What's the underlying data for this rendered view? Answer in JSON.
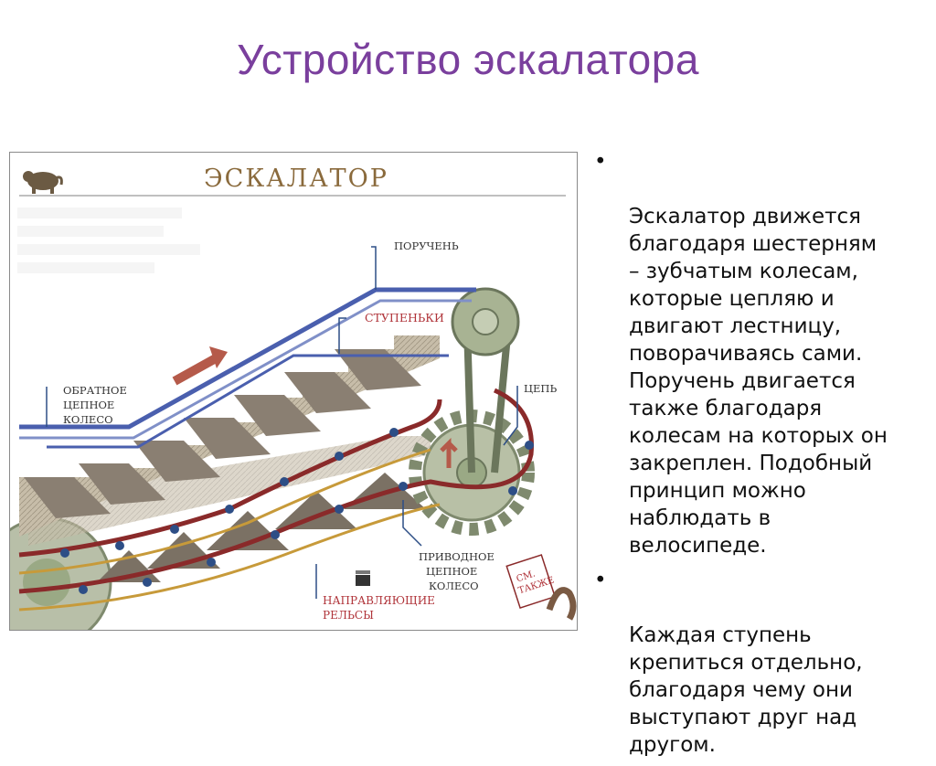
{
  "slide": {
    "title": "Устройство эскалатора"
  },
  "figure": {
    "heading": "ЭСКАЛАТОР",
    "labels": {
      "handrail": "ПОРУЧЕНЬ",
      "steps": "СТУПЕНЬКИ",
      "chain": "ЦЕПЬ",
      "return_wheel": [
        "ОБРАТНОЕ",
        "ЦЕПНОЕ",
        "КОЛЕСО"
      ],
      "drive_wheel": [
        "ПРИВОДНОЕ",
        "ЦЕПНОЕ",
        "КОЛЕСО"
      ],
      "guide_rails": [
        "НАПРАВЛЯЮЩИЕ",
        "РЕЛЬСЫ"
      ],
      "sign": [
        "СМ.",
        "ТАКЖЕ"
      ]
    },
    "colors": {
      "handrail": "#4a5fae",
      "chain": "#8a2a2a",
      "rail": "#c79a3a",
      "wheel": "#9aa985",
      "step": "#8a7f72",
      "arrow": "#b55a4a",
      "label_red": "#b0343a",
      "label_dark": "#333333"
    }
  },
  "bullets": [
    "Эскалатор движется\nблагодаря шестерням\n– зубчатым колесам,\nкоторые цепляю и\nдвигают лестницу,\nповорачиваясь сами.\nПоручень двигается\nтакже благодаря\nколесам на которых он\nзакреплен. Подобный\nпринцип можно\nнаблюдать в\nвелосипеде.",
    "Каждая ступень\nкрепиться отдельно,\nблагодаря чему они\nвыступают друг над\nдругом."
  ],
  "bullet_glyph": "•"
}
